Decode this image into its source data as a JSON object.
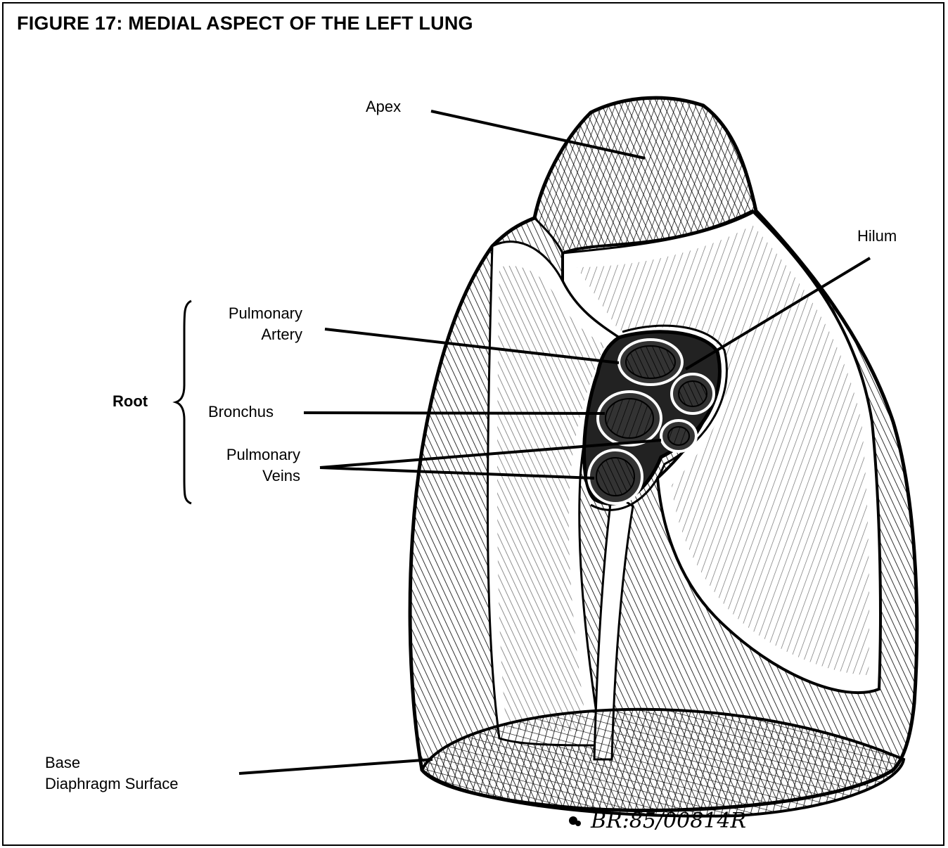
{
  "figure": {
    "title": "FIGURE 17:  MEDIAL ASPECT OF THE LEFT LUNG"
  },
  "labels": {
    "apex": "Apex",
    "hilum": "Hilum",
    "pulmonary_artery_line1": "Pulmonary",
    "pulmonary_artery_line2": "Artery",
    "root": "Root",
    "bronchus": "Bronchus",
    "pulmonary_veins_line1": "Pulmonary",
    "pulmonary_veins_line2": "Veins",
    "base_line1": "Base",
    "base_line2": "Diaphragm Surface"
  },
  "signature": "BR:85/00814R"
}
